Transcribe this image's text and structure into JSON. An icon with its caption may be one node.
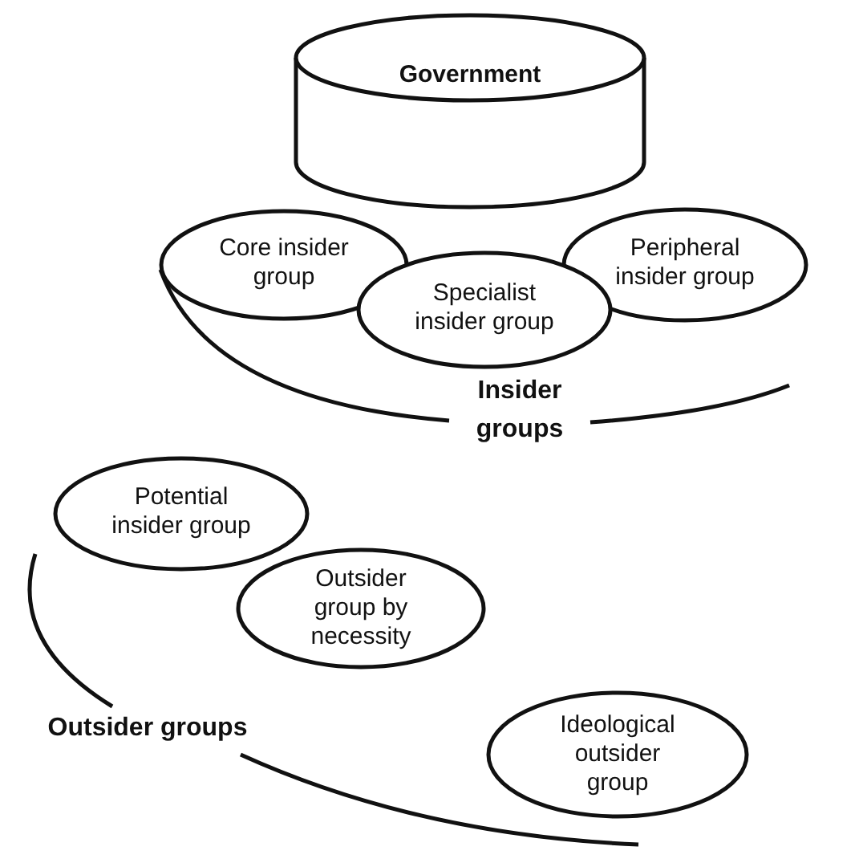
{
  "diagram": {
    "nodes": [
      {
        "text": [
          "Government"
        ]
      },
      {
        "text": [
          "Core insider group"
        ]
      },
      {
        "text": [
          "Specialist insider group"
        ]
      },
      {
        "text": [
          "Peripheral insider group"
        ]
      },
      {
        "text": [
          "Potential insider group"
        ]
      },
      {
        "text": [
          "Outsider group by necessity"
        ]
      },
      {
        "text": [
          "Ideological outsider group"
        ]
      }
    ],
    "edges": [],
    "labels": [
      "Insider groups",
      "Outsider groups"
    ]
  }
}
